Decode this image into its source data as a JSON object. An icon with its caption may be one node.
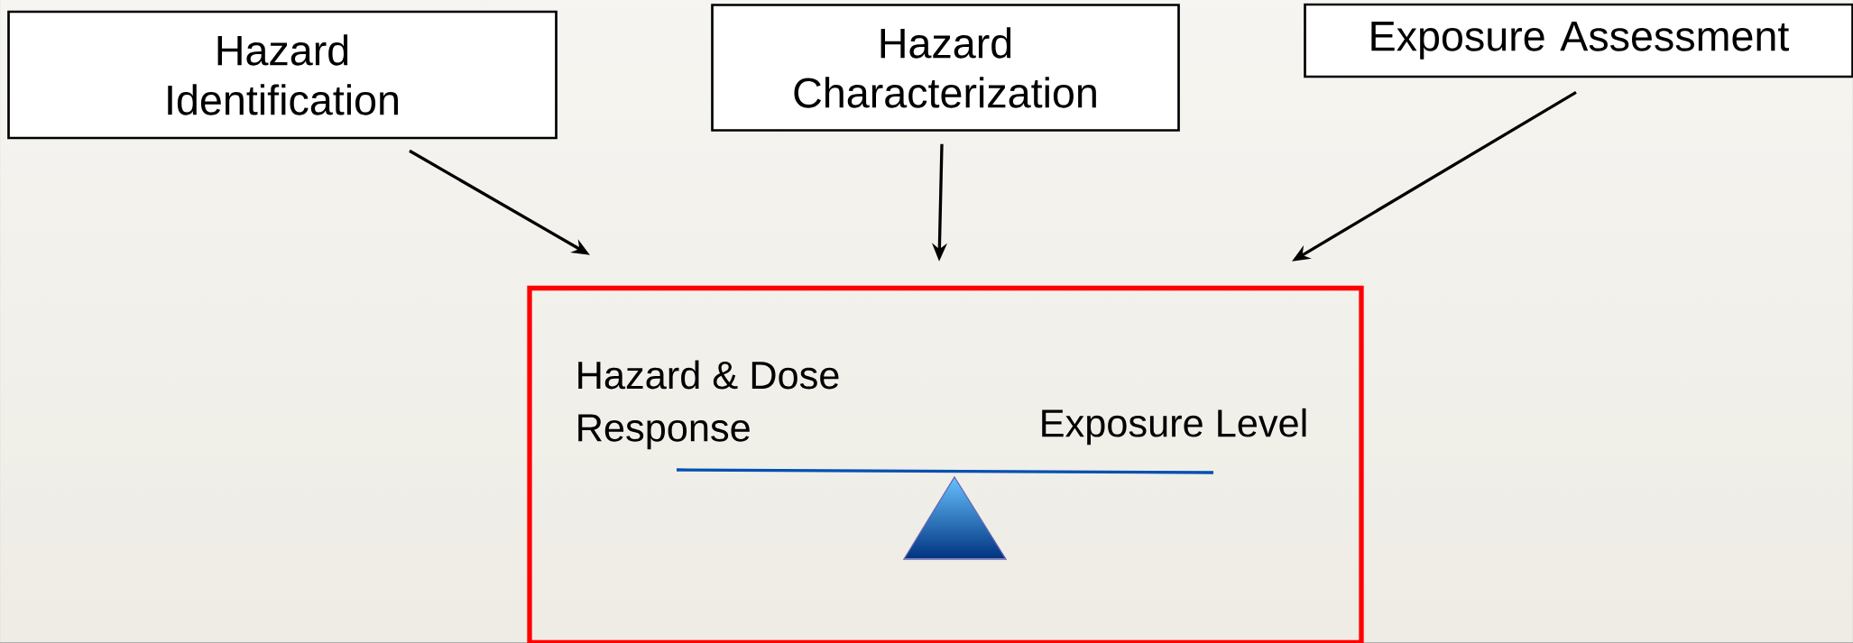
{
  "diagram": {
    "nodes": [
      {
        "text": [
          "Hazard Identification"
        ]
      },
      {
        "text": [
          "Hazard Characterization"
        ]
      },
      {
        "text": [
          "Exposure Assessment"
        ]
      },
      {
        "text": [
          "Hazard & Dose Response",
          "Exposure Level"
        ]
      }
    ],
    "edges": [
      {
        "from": 0,
        "to": 3,
        "arrow": "to"
      },
      {
        "from": 1,
        "to": 3,
        "arrow": "to"
      },
      {
        "from": 2,
        "to": 3,
        "arrow": "to"
      }
    ]
  }
}
